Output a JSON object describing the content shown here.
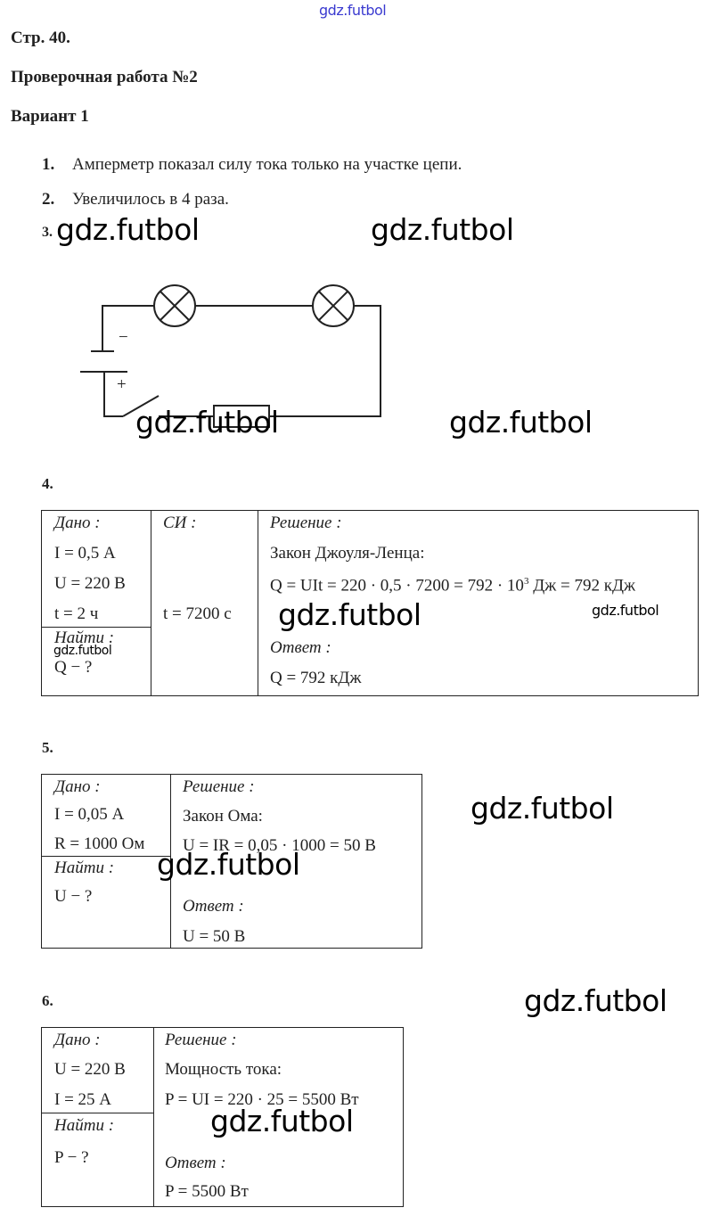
{
  "watermark": "gdz.futbol",
  "header": {
    "page": "Стр. 40.",
    "title": "Проверочная работа №2",
    "variant": "Вариант 1"
  },
  "items": [
    {
      "num": "1.",
      "text": "Амперметр показал силу тока только на участке цепи."
    },
    {
      "num": "2.",
      "text": "Увеличилось в 4 раза."
    },
    {
      "num": "3."
    }
  ],
  "circuit": {
    "minus": "−",
    "plus": "+"
  },
  "task4": {
    "num": "4.",
    "given": "Дано :",
    "g1": "I = 0,5 А",
    "g2": "U = 220 В",
    "g3": "t = 2 ч",
    "find": "Найти :",
    "f1": "Q − ?",
    "si": "СИ :",
    "si1": "t = 7200 с",
    "solution": "Решение :",
    "law": "Закон Джоуля-Ленца:",
    "formula": "Q = UIt = 220 · 0,5 · 7200 = 792 · 10",
    "exp": "3",
    "unit": " Дж = 792 кДж",
    "answer": "Ответ :",
    "ans": "Q = 792 кДж"
  },
  "task5": {
    "num": "5.",
    "given": "Дано :",
    "g1": "I = 0,05 А",
    "g2": "R = 1000 Ом",
    "find": "Найти :",
    "f1": "U − ?",
    "solution": "Решение :",
    "law": "Закон Ома:",
    "formula": "U = IR = 0,05 · 1000 = 50 В",
    "answer": "Ответ :",
    "ans": "U = 50 В"
  },
  "task6": {
    "num": "6.",
    "given": "Дано :",
    "g1": "U = 220 В",
    "g2": "I = 25 А",
    "find": "Найти :",
    "f1": "P − ?",
    "solution": "Решение :",
    "law": "Мощность тока:",
    "formula": "P = UI = 220 · 25 = 5500 Вт",
    "answer": "Ответ :",
    "ans": "P = 5500 Вт"
  }
}
